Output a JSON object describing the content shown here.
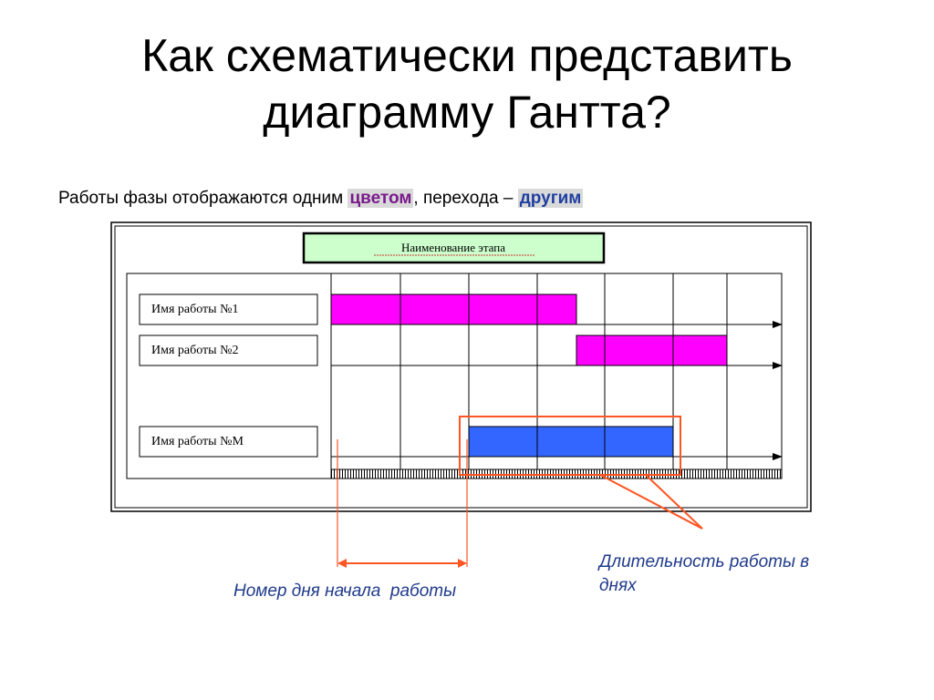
{
  "slide": {
    "title_line1": "Как схематически представить",
    "title_line2": "диаграмму Гантта?",
    "subtitle_before": "Работы фазы отображаются одним ",
    "subtitle_word1": "цветом",
    "subtitle_middle": ", перехода – ",
    "subtitle_word2": "другим"
  },
  "diagram": {
    "stage_label": "Наименование этапа",
    "rows": [
      {
        "label": "Имя работы №1"
      },
      {
        "label": "Имя работы №2"
      },
      {
        "label": "Имя работы №М"
      }
    ]
  },
  "annotations": {
    "start_day": "Номер дня начала  работы",
    "duration_line1": "Длительность работы в",
    "duration_line2": "днях"
  },
  "colors": {
    "phase_work": "#ff00ff",
    "transition_work": "#3366ff",
    "stage_header": "#ccffcc",
    "annotation": "#ff5522",
    "caption_text": "#1f3a8a"
  }
}
